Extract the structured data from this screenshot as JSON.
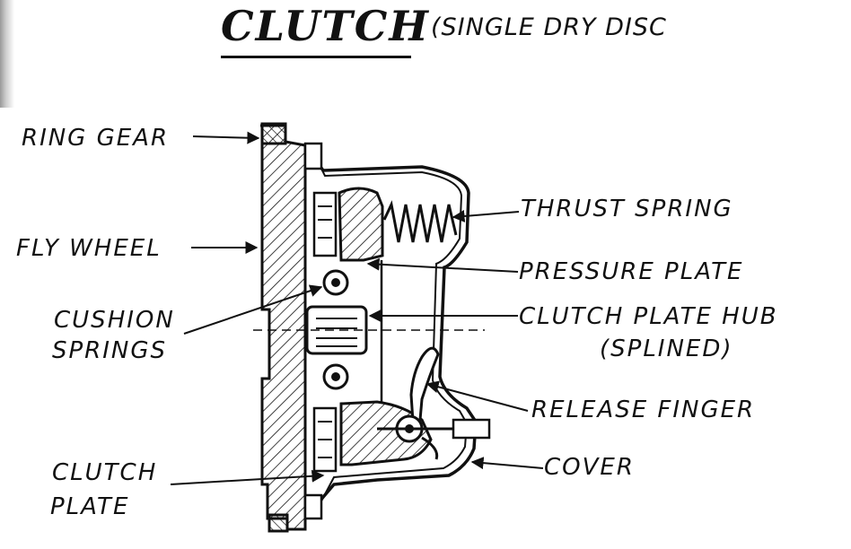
{
  "title": "CLUTCH",
  "subtitle": "(SINGLE DRY DISC",
  "labels": {
    "ring_gear": "RING GEAR",
    "fly_wheel": "FLY WHEEL",
    "cushion_line1": "CUSHION",
    "cushion_line2": "SPRINGS",
    "clutch_plate_line1": "CLUTCH",
    "clutch_plate_line2": "PLATE",
    "thrust_spring": "THRUST SPRING",
    "pressure_plate": "PRESSURE PLATE",
    "hub_line1": "CLUTCH PLATE HUB",
    "hub_line2": "(SPLINED)",
    "release_finger": "RELEASE FINGER",
    "cover": "COVER"
  }
}
